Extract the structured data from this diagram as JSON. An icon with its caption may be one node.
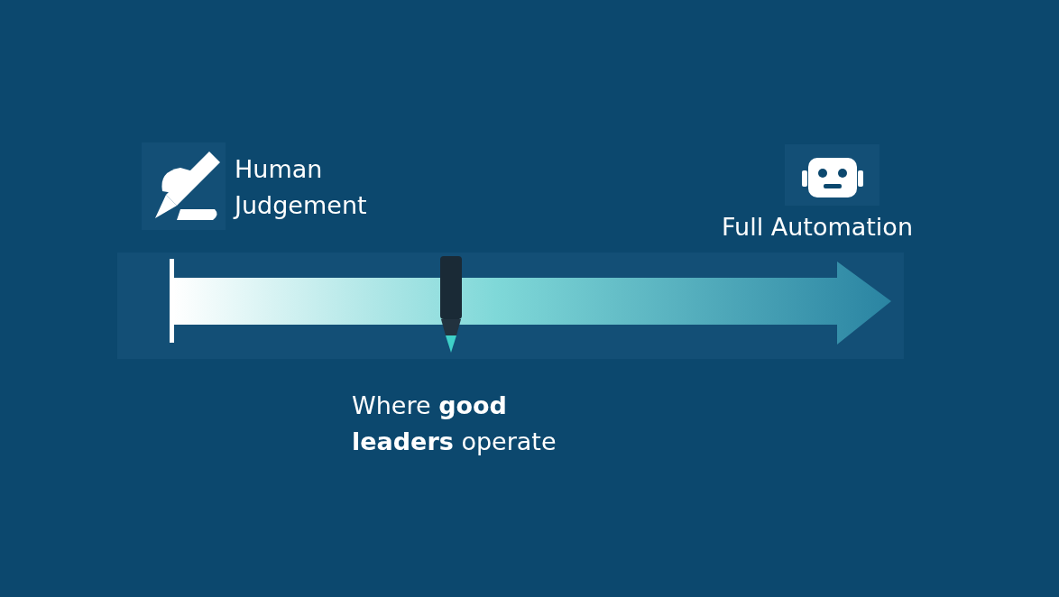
{
  "diagram": {
    "labels": [
      "Human Judgement",
      "Full Automation",
      "Where **good leaders** operate"
    ]
  }
}
